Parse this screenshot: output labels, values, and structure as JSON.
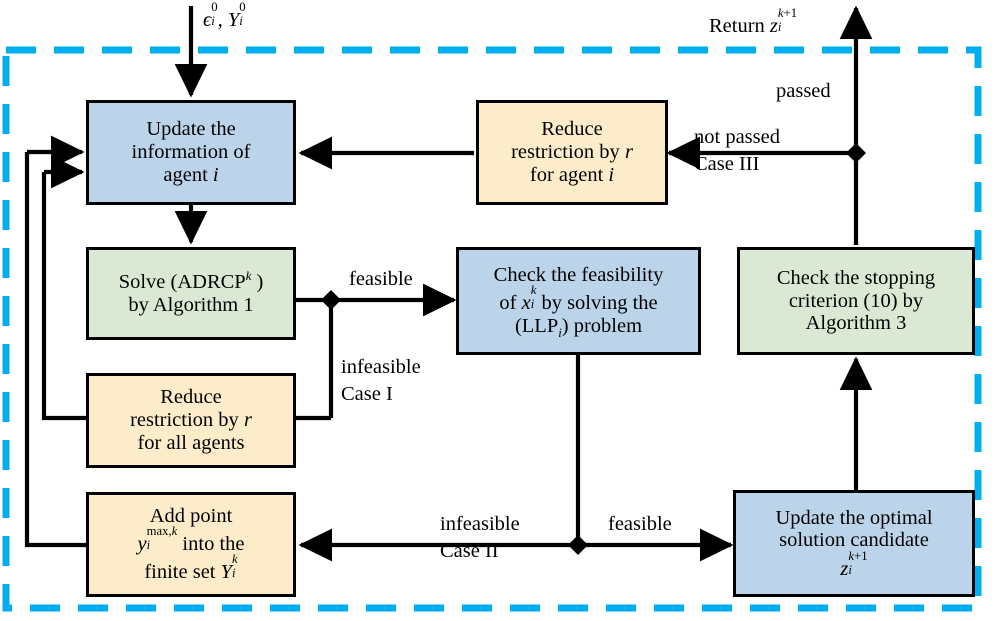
{
  "diagram": {
    "title": "Distributed algorithm flowchart",
    "boundary": {
      "style": "dashed",
      "color": "#00aeef",
      "name": "agent-i-boundary"
    },
    "colors": {
      "blue_box": "#bcd4e9",
      "green_box": "#dbe8d3",
      "cream_box": "#fcecc9",
      "stroke": "#000000",
      "dashed_boundary": "#00aeef"
    },
    "nodes": [
      {
        "id": "update-information",
        "color": "blue",
        "lines": [
          "Update the",
          "information of",
          "agent i"
        ]
      },
      {
        "id": "solve-adrcp",
        "color": "green",
        "lines": [
          "Solve (ADRCP k )",
          "by Algorithm 1"
        ]
      },
      {
        "id": "reduce-restriction-all",
        "color": "cream",
        "lines": [
          "Reduce",
          "restriction by r",
          "for all agents"
        ]
      },
      {
        "id": "add-point",
        "color": "cream",
        "lines": [
          "Add point",
          "y i max,k into the",
          "finite set Y i k"
        ]
      },
      {
        "id": "check-feasibility",
        "color": "blue",
        "lines": [
          "Check the feasibility",
          "of x i k by solving the",
          "(LLP i ) problem"
        ]
      },
      {
        "id": "reduce-restriction-agent",
        "color": "cream",
        "lines": [
          "Reduce",
          "restriction by r",
          "for agent i"
        ]
      },
      {
        "id": "check-stopping",
        "color": "green",
        "lines": [
          "Check the stopping",
          "criterion (10) by",
          "Algorithm 3"
        ]
      },
      {
        "id": "update-optimal",
        "color": "blue",
        "lines": [
          "Update the optimal",
          "solution candidate",
          "z i k+1"
        ]
      }
    ],
    "edge_labels": {
      "input": "ϵ i 0 , Y i 0",
      "return": "Return z i k+1",
      "passed": "passed",
      "not_passed_l1": "not passed",
      "not_passed_l2": "Case III",
      "feasible_top": "feasible",
      "infeasible_l1": "infeasible",
      "infeasible_case_i": "Case I",
      "infeasible_case_ii_l1": "infeasible",
      "infeasible_case_ii_l2": "Case II",
      "feasible_bottom": "feasible"
    }
  }
}
